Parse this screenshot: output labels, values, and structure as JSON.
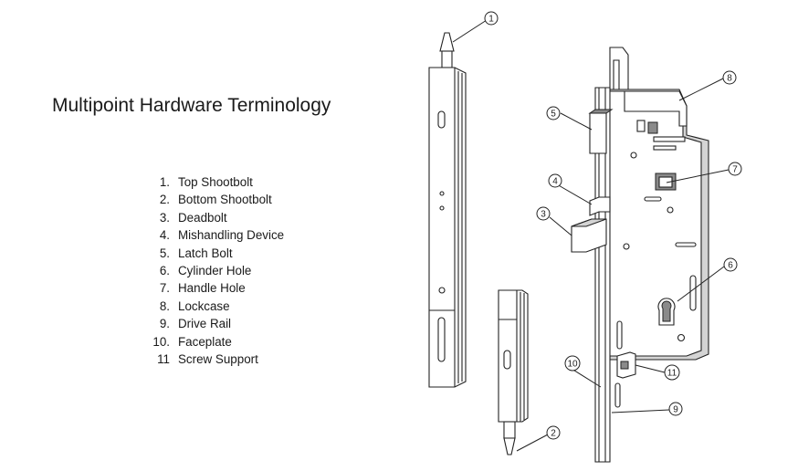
{
  "title": "Multipoint Hardware Terminology",
  "legend": [
    {
      "num": "1.",
      "label": "Top Shootbolt"
    },
    {
      "num": "2.",
      "label": "Bottom Shootbolt"
    },
    {
      "num": "3.",
      "label": "Deadbolt"
    },
    {
      "num": "4.",
      "label": "Mishandling Device"
    },
    {
      "num": "5.",
      "label": "Latch Bolt"
    },
    {
      "num": "6.",
      "label": "Cylinder Hole"
    },
    {
      "num": "7.",
      "label": "Handle Hole"
    },
    {
      "num": "8.",
      "label": "Lockcase"
    },
    {
      "num": "9.",
      "label": "Drive Rail"
    },
    {
      "num": "10.",
      "label": "Faceplate"
    },
    {
      "num": "11",
      "label": "Screw Support"
    }
  ],
  "callouts": [
    "1",
    "2",
    "3",
    "4",
    "5",
    "6",
    "7",
    "8",
    "9",
    "10",
    "11"
  ]
}
